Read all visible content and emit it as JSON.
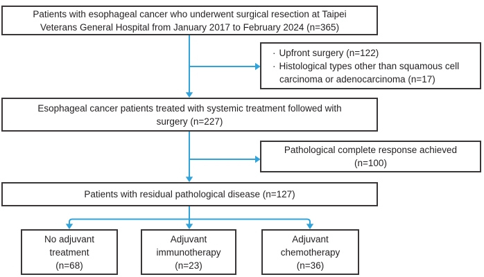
{
  "figure": {
    "type": "patient-flow-diagram",
    "colors": {
      "arrow": "#2fa3dc",
      "box_border": "#3a3637",
      "text": "#231f20",
      "background": "#ffffff"
    },
    "bullet_char": "·",
    "nodes": {
      "top": {
        "text": "Patients with esophageal cancer who underwent surgical resection at Taipei Veterans General Hospital from January 2017 to February 2024 (n=365)",
        "lines": [
          "Patients with esophageal cancer who underwent surgical resection at Taipei",
          "Veterans General Hospital from January 2017 to February 2024 (n=365)"
        ]
      },
      "excluded_initial": {
        "items": [
          "Upfront surgery (n=122)",
          "Histological types other than squamous cell carcinoma or adenocarcinoma (n=17)"
        ]
      },
      "systemic": {
        "text": "Esophageal cancer patients treated with systemic treatment followed with surgery (n=227)",
        "lines": [
          "Esophageal cancer patients treated with systemic treatment followed with",
          "surgery (n=227)"
        ]
      },
      "pcr": {
        "text": "Pathological complete response achieved (n=100)",
        "lines": [
          "Pathological complete response achieved",
          "(n=100)"
        ]
      },
      "residual": {
        "text": "Patients with residual pathological disease (n=127)"
      },
      "no_adjuvant": {
        "text": "No adjuvant treatment (n=68)",
        "lines": [
          "No adjuvant",
          "treatment",
          "(n=68)"
        ]
      },
      "adjuvant_immunotherapy": {
        "text": "Adjuvant immunotherapy (n=23)",
        "lines": [
          "Adjuvant",
          "immunotherapy",
          "(n=23)"
        ]
      },
      "adjuvant_chemotherapy": {
        "text": "Adjuvant chemotherapy (n=36)",
        "lines": [
          "Adjuvant",
          "chemotherapy",
          "(n=36)"
        ]
      }
    }
  }
}
